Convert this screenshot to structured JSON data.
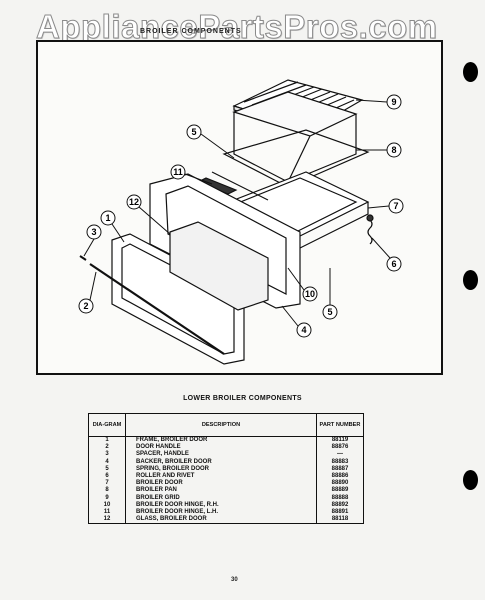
{
  "watermark": "AppliancePartsPros.com",
  "header_text": "BROILER COMPONENTS",
  "diagram": {
    "callouts": [
      "9",
      "5",
      "11",
      "8",
      "12",
      "1",
      "7",
      "3",
      "6",
      "10",
      "5",
      "4",
      "2"
    ]
  },
  "table": {
    "title": "LOWER BROILER COMPONENTS",
    "headers": {
      "diagram": "DIA-GRAM",
      "description": "DESCRIPTION",
      "part_number": "PART NUMBER"
    },
    "rows": [
      {
        "num": "1",
        "desc": "FRAME, BROILER DOOR",
        "part": "88119"
      },
      {
        "num": "2",
        "desc": "DOOR HANDLE",
        "part": "88876"
      },
      {
        "num": "3",
        "desc": "SPACER, HANDLE",
        "part": "—"
      },
      {
        "num": "4",
        "desc": "BACKER, BROILER DOOR",
        "part": "88883"
      },
      {
        "num": "5",
        "desc": "SPRING, BROILER DOOR",
        "part": "88887"
      },
      {
        "num": "6",
        "desc": "ROLLER AND RIVET",
        "part": "88886"
      },
      {
        "num": "7",
        "desc": "BROILER DOOR",
        "part": "88890"
      },
      {
        "num": "8",
        "desc": "BROILER PAN",
        "part": "88889"
      },
      {
        "num": "9",
        "desc": "BROILER GRID",
        "part": "88888"
      },
      {
        "num": "10",
        "desc": "BROILER DOOR HINGE, R.H.",
        "part": "88892"
      },
      {
        "num": "11",
        "desc": "BROILER DOOR HINGE, L.H.",
        "part": "88891"
      },
      {
        "num": "12",
        "desc": "GLASS, BROILER DOOR",
        "part": "88118"
      }
    ]
  },
  "page_number": "30"
}
